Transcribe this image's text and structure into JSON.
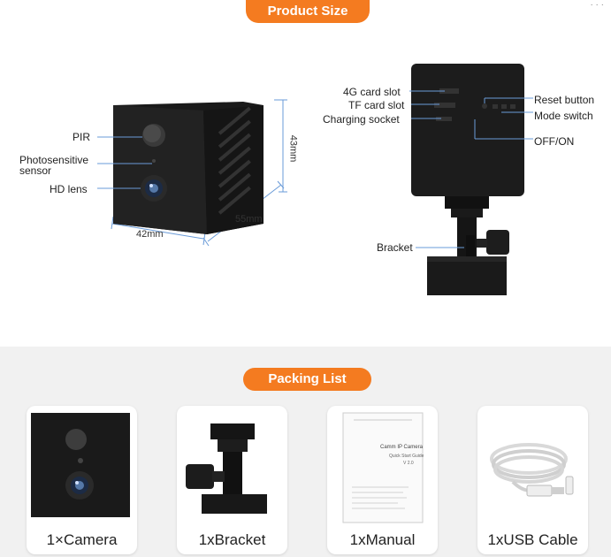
{
  "product_size": {
    "title": "Product Size",
    "labels": {
      "pir": "PIR",
      "photosensitive": "Photosensitive",
      "sensor": "sensor",
      "hd_lens": "HD lens",
      "dim_height": "43mm",
      "dim_depth": "55mm",
      "dim_width": "42mm",
      "card_4g": "4G card slot",
      "card_tf": "TF card slot",
      "charging": "Charging socket",
      "reset": "Reset button",
      "mode": "Mode switch",
      "offon": "OFF/ON",
      "bracket": "Bracket"
    }
  },
  "packing_list": {
    "title": "Packing List",
    "items": [
      {
        "label": "1×Camera"
      },
      {
        "label": "1xBracket"
      },
      {
        "label": "1xManual"
      },
      {
        "label": "1xUSB Cable"
      }
    ],
    "manual": {
      "heading": "Camm IP Camera",
      "sub": "Quick Start Guide",
      "ver": "V 2.0"
    }
  },
  "corner_dots": "· · ·",
  "colors": {
    "accent": "#f47b20",
    "panel": "#f1f1f1",
    "device": "#1b1b1b"
  }
}
